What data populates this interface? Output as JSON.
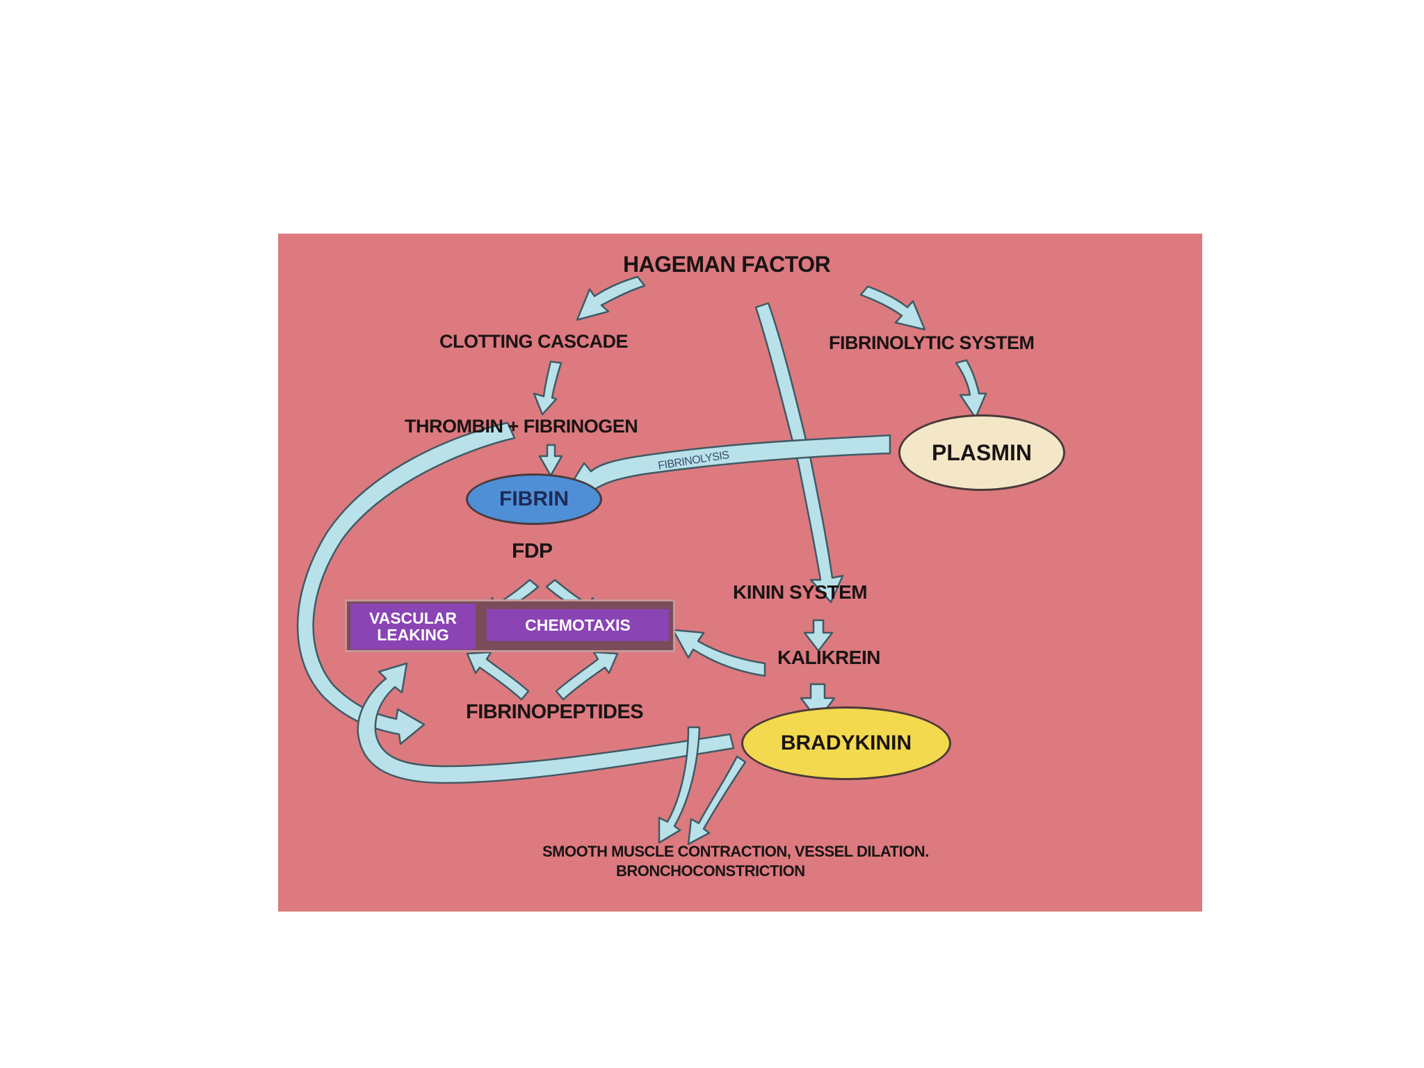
{
  "labels": {
    "hageman_factor": "HAGEMAN FACTOR",
    "clotting_cascade": "CLOTTING CASCADE",
    "fibrinolytic_system": "FIBRINOLYTIC SYSTEM",
    "thrombin_fibrinogen": "THROMBIN + FIBRINOGEN",
    "fibrin": "FIBRIN",
    "plasmin": "PLASMIN",
    "fibrinolysis": "FIBRINOLYSIS",
    "fdp": "FDP",
    "vascular_leaking": "VASCULAR\nLEAKING",
    "chemotaxis": "CHEMOTAXIS",
    "kinin_system": "KININ SYSTEM",
    "kalikrein": "KALIKREIN",
    "fibrinopeptides": "FIBRINOPEPTIDES",
    "bradykinin": "BRADYKININ",
    "outcome_line1": "SMOOTH MUSCLE CONTRACTION, VESSEL DILATION.",
    "outcome_line2": "BRONCHOCONSTRICTION"
  },
  "colors": {
    "background": "#dc7a80",
    "arrow": "#b9e1ea",
    "fibrin_node": "#4f8fd6",
    "plasmin_node": "#f4e7c7",
    "bradykinin_node": "#f2d94e",
    "tag": "#8a44b4"
  }
}
